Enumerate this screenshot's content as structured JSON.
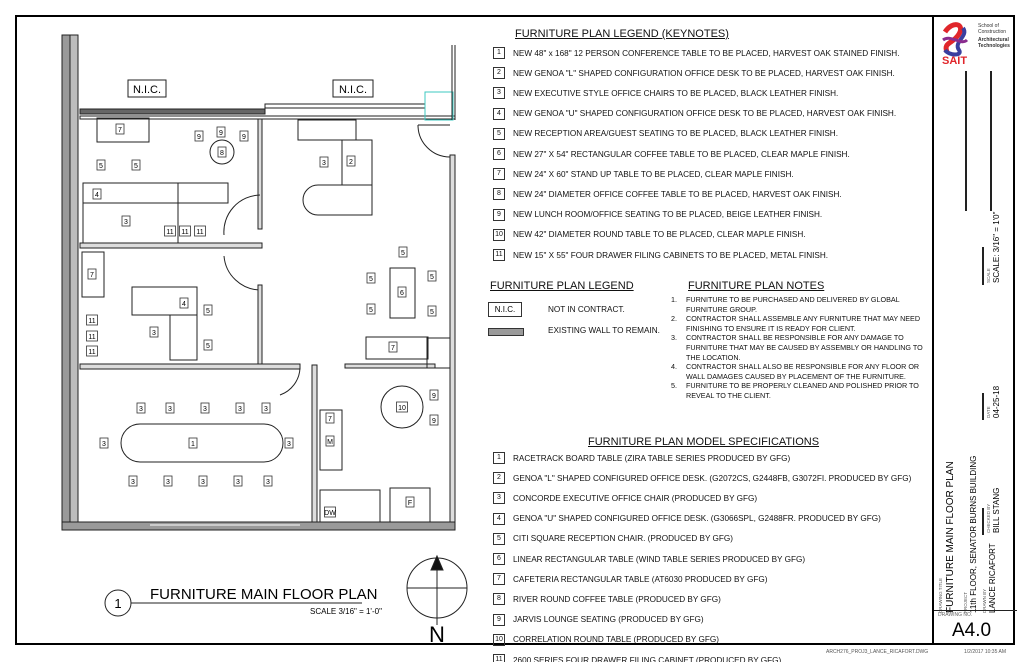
{
  "keynotes": {
    "title": "FURNITURE PLAN LEGEND (KEYNOTES)",
    "items": [
      {
        "n": "1",
        "text": "NEW 48\" x 168\" 12 PERSON CONFERENCE TABLE TO BE PLACED, HARVEST OAK STAINED FINISH."
      },
      {
        "n": "2",
        "text": "NEW GENOA \"L\" SHAPED CONFIGURATION OFFICE DESK TO BE PLACED, HARVEST OAK FINISH."
      },
      {
        "n": "3",
        "text": "NEW EXECUTIVE STYLE OFFICE CHAIRS TO BE PLACED, BLACK LEATHER FINISH."
      },
      {
        "n": "4",
        "text": "NEW GENOA \"U\" SHAPED CONFIGURATION OFFICE DESK TO BE PLACED, HARVEST OAK FINISH."
      },
      {
        "n": "5",
        "text": "NEW RECEPTION AREA/GUEST SEATING TO BE PLACED, BLACK LEATHER FINISH."
      },
      {
        "n": "6",
        "text": "NEW 27\" X 54\" RECTANGULAR  COFFEE TABLE TO BE PLACED, CLEAR MAPLE FINISH."
      },
      {
        "n": "7",
        "text": "NEW 24\" X 60\" STAND UP TABLE TO BE PLACED, CLEAR MAPLE FINISH."
      },
      {
        "n": "8",
        "text": "NEW 24\" DIAMETER OFFICE COFFEE TABLE TO BE PLACED, HARVEST OAK FINISH."
      },
      {
        "n": "9",
        "text": "NEW LUNCH ROOM/OFFICE SEATING TO BE PLACED, BEIGE LEATHER FINISH."
      },
      {
        "n": "10",
        "text": "NEW 42\" DIAMETER ROUND TABLE TO BE PLACED, CLEAR MAPLE FINISH."
      },
      {
        "n": "11",
        "text": "NEW 15\" X 55\" FOUR DRAWER FILING CABINETS TO BE PLACED, METAL FINISH."
      }
    ]
  },
  "legend": {
    "title": "FURNITURE PLAN LEGEND",
    "nic_tag": "N.I.C.",
    "nic_text": "NOT IN CONTRACT.",
    "wall_text": "EXISTING WALL TO REMAIN."
  },
  "notes": {
    "title": "FURNITURE PLAN NOTES",
    "items": [
      {
        "n": "1.",
        "text": "FURNITURE TO BE PURCHASED AND DELIVERED BY GLOBAL FURNITURE GROUP."
      },
      {
        "n": "2.",
        "text": "CONTRACTOR SHALL ASSEMBLE ANY FURNITURE THAT MAY NEED FINISHING TO ENSURE IT IS READY FOR CLIENT."
      },
      {
        "n": "3.",
        "text": "CONTRACTOR SHALL BE RESPONSIBLE FOR ANY DAMAGE TO FURNITURE THAT MAY BE CAUSED BY ASSEMBLY OR HANDLING TO THE LOCATION."
      },
      {
        "n": "4.",
        "text": "CONTRACTOR SHALL ALSO BE RESPONSIBLE FOR ANY FLOOR OR WALL DAMAGES CAUSED BY PLACEMENT OF THE FURNITURE."
      },
      {
        "n": "5.",
        "text": "FURNITURE TO BE PROPERLY CLEANED AND POLISHED PRIOR TO REVEAL TO THE CLIENT."
      }
    ]
  },
  "specs": {
    "title": "FURNITURE PLAN MODEL SPECIFICATIONS",
    "items": [
      {
        "n": "1",
        "text": "RACETRACK BOARD TABLE (ZIRA TABLE SERIES PRODUCED BY GFG)"
      },
      {
        "n": "2",
        "text": "GENOA \"L\" SHAPED CONFIGURED OFFICE DESK. (G2072CS, G2448FB, G3072FI. PRODUCED BY GFG)"
      },
      {
        "n": "3",
        "text": "CONCORDE EXECUTIVE OFFICE CHAIR (PRODUCED BY GFG)"
      },
      {
        "n": "4",
        "text": "GENOA \"U\" SHAPED CONFIGURED OFFICE DESK. (G3066SPL, G2488FR. PRODUCED BY GFG)"
      },
      {
        "n": "5",
        "text": "CITI SQUARE RECEPTION CHAIR. (PRODUCED BY GFG)"
      },
      {
        "n": "6",
        "text": "LINEAR RECTANGULAR TABLE (WIND TABLE SERIES PRODUCED BY GFG)"
      },
      {
        "n": "7",
        "text": "CAFETERIA RECTANGULAR TABLE (AT6030 PRODUCED BY GFG)"
      },
      {
        "n": "8",
        "text": "RIVER ROUND COFFEE TABLE (PRODUCED BY GFG)"
      },
      {
        "n": "9",
        "text": "JARVIS LOUNGE SEATING (PRODUCED BY GFG)"
      },
      {
        "n": "10",
        "text": "CORRELATION ROUND TABLE (PRODUCED BY GFG)"
      },
      {
        "n": "11",
        "text": "2600 SERIES FOUR DRAWER FILING CABINET (PRODUCED BY GFG)"
      }
    ]
  },
  "plan": {
    "nic_left": "N.I.C.",
    "nic_right": "N.I.C.",
    "title_num": "1",
    "title": "FURNITURE MAIN FLOOR PLAN",
    "scale": "SCALE 3/16\" = 1'-0\"",
    "north": "N",
    "tags": [
      "7",
      "9",
      "9",
      "9",
      "8",
      "5",
      "5",
      "4",
      "3",
      "11",
      "11",
      "11",
      "3",
      "2",
      "7",
      "4",
      "5",
      "3",
      "5",
      "11",
      "11",
      "11",
      "5",
      "5",
      "6",
      "5",
      "5",
      "5",
      "7",
      "10",
      "9",
      "9",
      "3",
      "3",
      "3",
      "3",
      "3",
      "3",
      "3",
      "3",
      "3",
      "3",
      "3",
      "3",
      "1",
      "7",
      "M",
      "F",
      "DW"
    ]
  },
  "titleblock": {
    "logo": "SAIT",
    "school": "School of Construction",
    "dept": "Architectural Technologies",
    "drawing_title_label": "DRAWING TITLE",
    "drawing_title": "FURNITURE MAIN FLOOR PLAN",
    "project_label": "PROJECT",
    "project": "11th FLOOR, SENATOR BURNS BUILDING",
    "drawn_label": "DRAWN BY",
    "drawn": "LANCE RICAFORT",
    "checked_label": "CHECKED BY",
    "checked": "BILL STANG",
    "date_label": "DATE",
    "date": "04-25-18",
    "scale_label": "SCALE",
    "scale": "SCALE: 3/16\" = 1'0\"",
    "drawing_no_label": "DRAWING NO.",
    "drawing_no": "A4.0"
  },
  "footer": {
    "file": "ARCH276_PROJ3_LANCE_RICAFORT.DWG",
    "timestamp": "1/2/2017 10:35 AM"
  },
  "colors": {
    "logo_red": "#e0262b",
    "logo_blue": "#3a3fa0",
    "logo_purple": "#8a2c8e",
    "wall": "#9a9a9a",
    "door_highlight": "#3cc8c0"
  }
}
